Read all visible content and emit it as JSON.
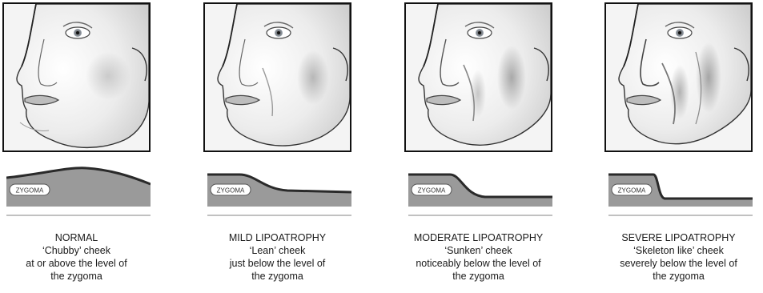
{
  "zygoma_tag": "ZYGOMA",
  "panels": [
    {
      "category": "NORMAL",
      "cheek": "‘Chubby’ cheek",
      "desc_1": "at or above the level of",
      "desc_2": "the zygoma"
    },
    {
      "category": "MILD LIPOATROPHY",
      "cheek": "‘Lean’ cheek",
      "desc_1": "just below the level of",
      "desc_2": "the zygoma"
    },
    {
      "category": "MODERATE LIPOATROPHY",
      "cheek": "‘Sunken’ cheek",
      "desc_1": "noticeably below the level of",
      "desc_2": "the zygoma"
    },
    {
      "category": "SEVERE LIPOATROPHY",
      "cheek": "‘Skeleton like’ cheek",
      "desc_1": "severely below the level of",
      "desc_2": "the zygoma"
    }
  ],
  "colors": {
    "profile_fill": "#9a9a9a",
    "profile_line": "#2a2a2a",
    "baseline": "#9c9c9c",
    "frame": "#111111"
  }
}
